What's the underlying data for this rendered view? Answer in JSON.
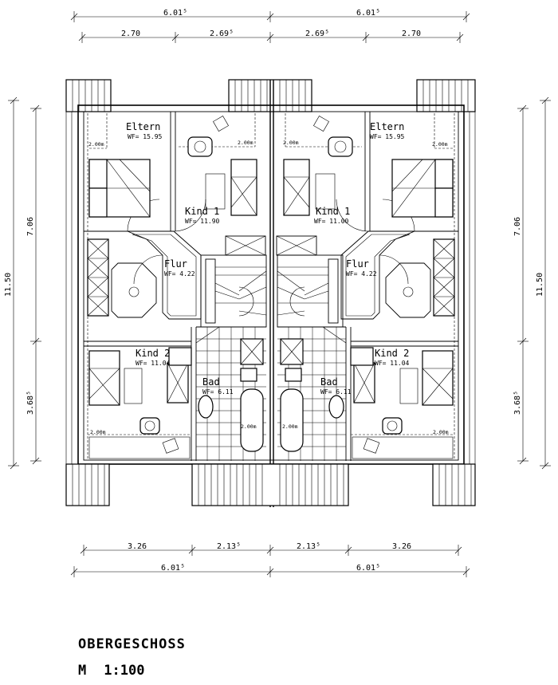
{
  "dimensions": {
    "top_total": [
      "6.01⁵",
      "6.01⁵"
    ],
    "top_parts": [
      "2.70",
      "2.69⁵",
      "2.69⁵",
      "2.70"
    ],
    "bottom_parts": [
      "3.26",
      "2.13⁵",
      "2.13⁵",
      "3.26"
    ],
    "bottom_total": [
      "6.01⁵",
      "6.01⁵"
    ],
    "left_total": "11.50",
    "left_parts": [
      "7.06",
      "3.68⁵"
    ],
    "right_total": "11.50",
    "right_parts": [
      "7.06",
      "3.68⁵"
    ]
  },
  "rooms": {
    "left": {
      "eltern": {
        "name": "Eltern",
        "area": "WF= 15.95"
      },
      "kind1": {
        "name": "Kind 1",
        "area": "WF= 11.90"
      },
      "flur": {
        "name": "Flur",
        "area": "WF= 4.22"
      },
      "kind2": {
        "name": "Kind 2",
        "area": "WF= 11.04"
      },
      "bad": {
        "name": "Bad",
        "area": "WF= 6.11"
      }
    },
    "right": {
      "eltern": {
        "name": "Eltern",
        "area": "WF= 15.95"
      },
      "kind1": {
        "name": "Kind 1",
        "area": "WF= 11.00"
      },
      "flur": {
        "name": "Flur",
        "area": "WF= 4.22"
      },
      "kind2": {
        "name": "Kind 2",
        "area": "WF= 11.04"
      },
      "bad": {
        "name": "Bad",
        "area": "WF= 6.11"
      }
    }
  },
  "height_markers": {
    "m200": "2.00m"
  },
  "title": "OBERGESCHOSS",
  "scale_prefix": "M",
  "scale_value": "1:100"
}
